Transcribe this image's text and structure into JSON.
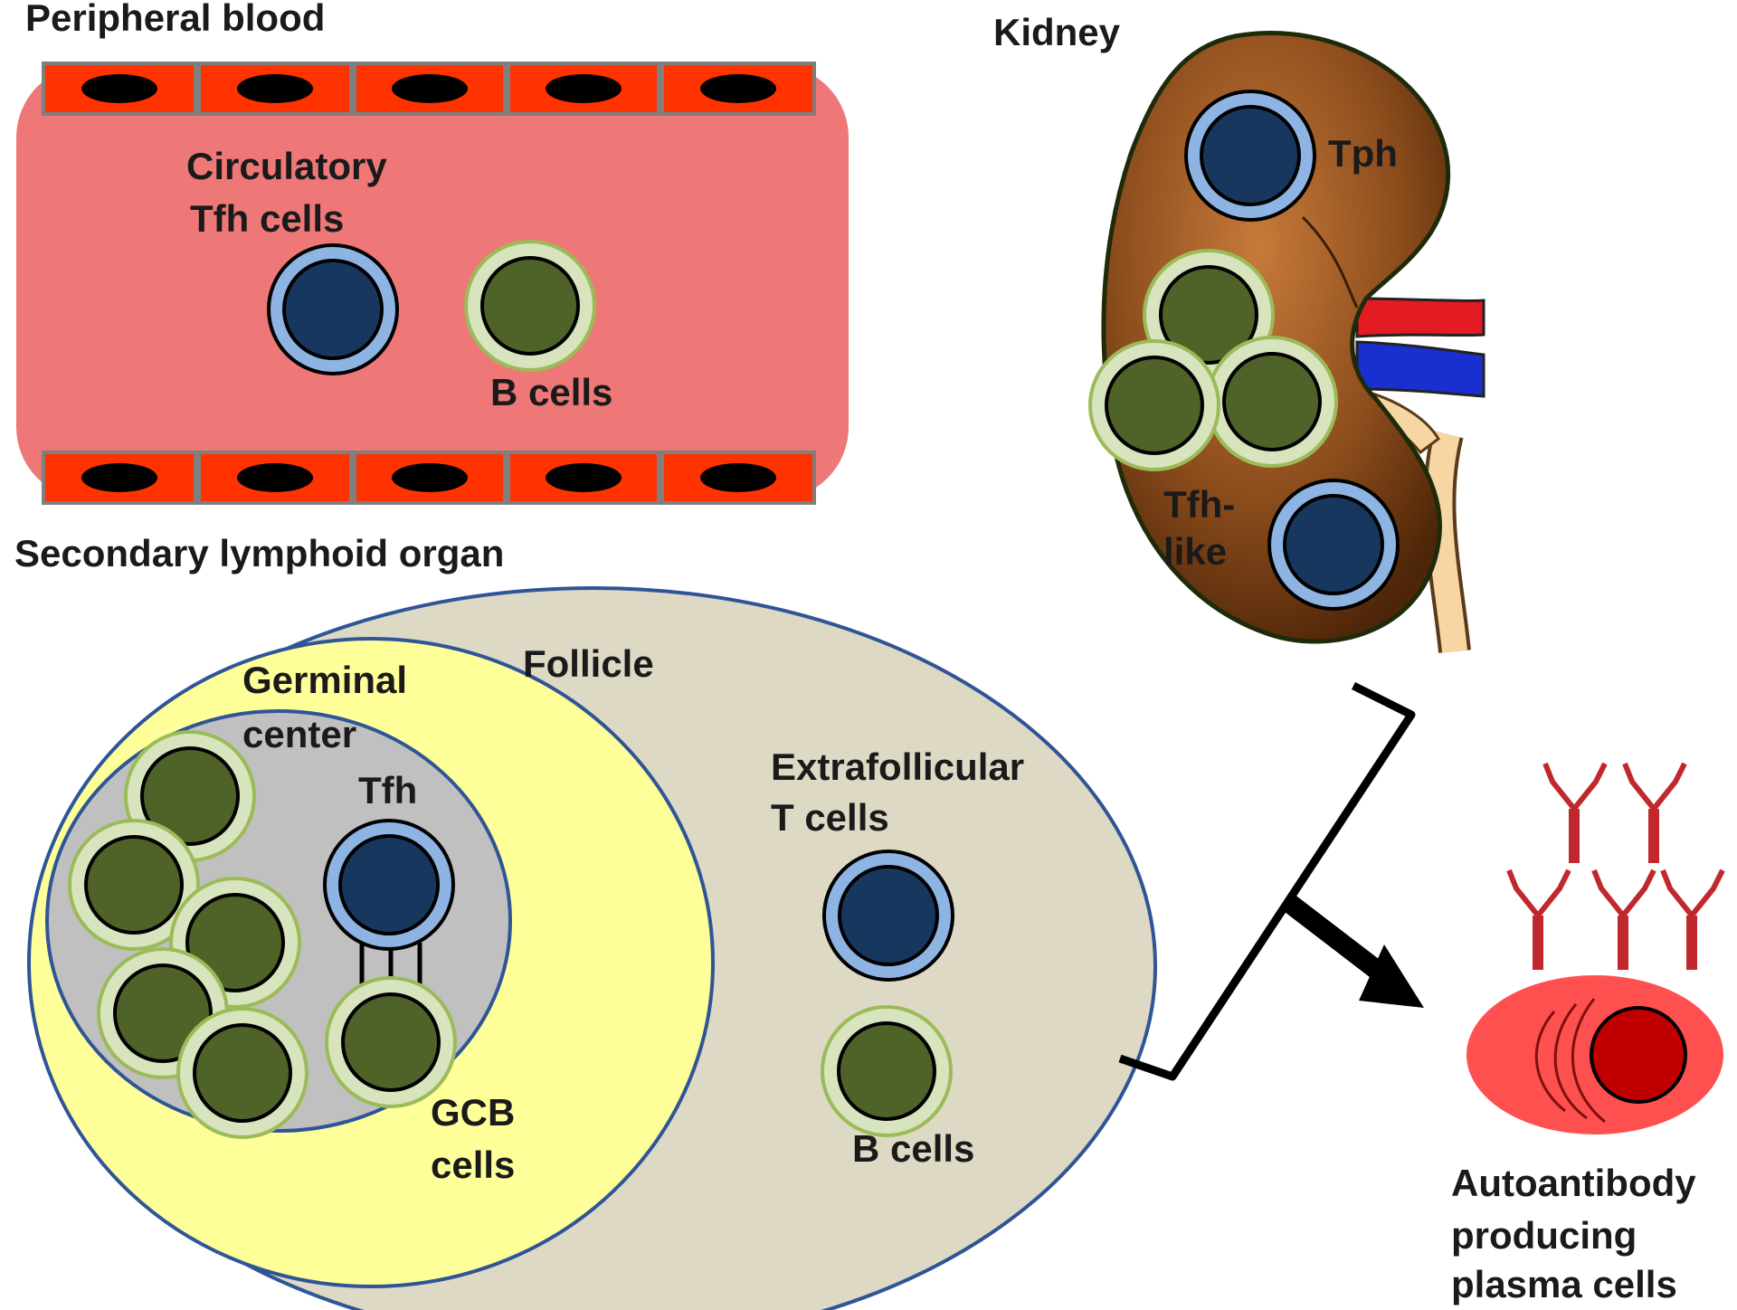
{
  "peripheral_blood": {
    "title": "Peripheral blood",
    "tfh_label": [
      "Circulatory",
      "Tfh cells"
    ],
    "b_label": "B cells"
  },
  "kidney": {
    "title": "Kidney",
    "tph_label": "Tph",
    "tfh_like_label": [
      "Tfh-",
      "like"
    ]
  },
  "lymphoid_organ": {
    "title": "Secondary lymphoid organ",
    "follicle_label": "Follicle",
    "germinal_center_label": [
      "Germinal",
      "center"
    ],
    "tfh_label": "Tfh",
    "gcb_label": [
      "GCB",
      "cells"
    ],
    "extrafollicular_label": [
      "Extrafollicular",
      "T cells"
    ],
    "b_label": "B cells"
  },
  "output": {
    "label": [
      "Autoantibody",
      "producing",
      "plasma cells"
    ]
  },
  "colors": {
    "vessel_fill": "#ee7777",
    "endothelium": "#ff3300",
    "t_cell_ring": "#8eb4e3",
    "t_cell_core": "#17375e",
    "b_cell_ring": "#d7e4bd",
    "b_cell_core": "#4f6228",
    "follicle_outer": "#ddd9c4",
    "follicle_inner": "#ffff99",
    "germinal_center": "#c0c0c0",
    "kidney": "#7a4518",
    "antibody": "#c0282d",
    "plasma_cell": "#ff5050",
    "plasma_nucleus": "#c00000"
  }
}
